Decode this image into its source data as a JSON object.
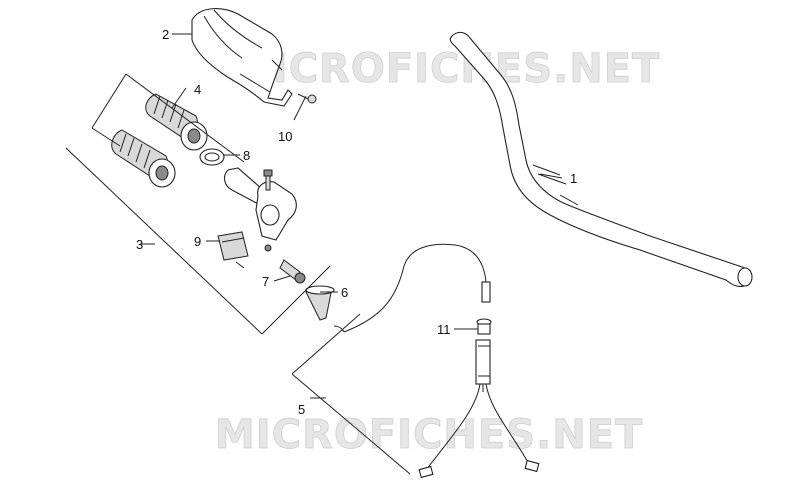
{
  "watermarks": [
    "MICROFICHES.NET",
    "MICROFICHES.NET"
  ],
  "callouts": {
    "c1": "1",
    "c2": "2",
    "c3": "3",
    "c4": "4",
    "c5": "5",
    "c6": "6",
    "c7": "7",
    "c8": "8",
    "c9": "9",
    "c10": "10",
    "c11": "11"
  }
}
